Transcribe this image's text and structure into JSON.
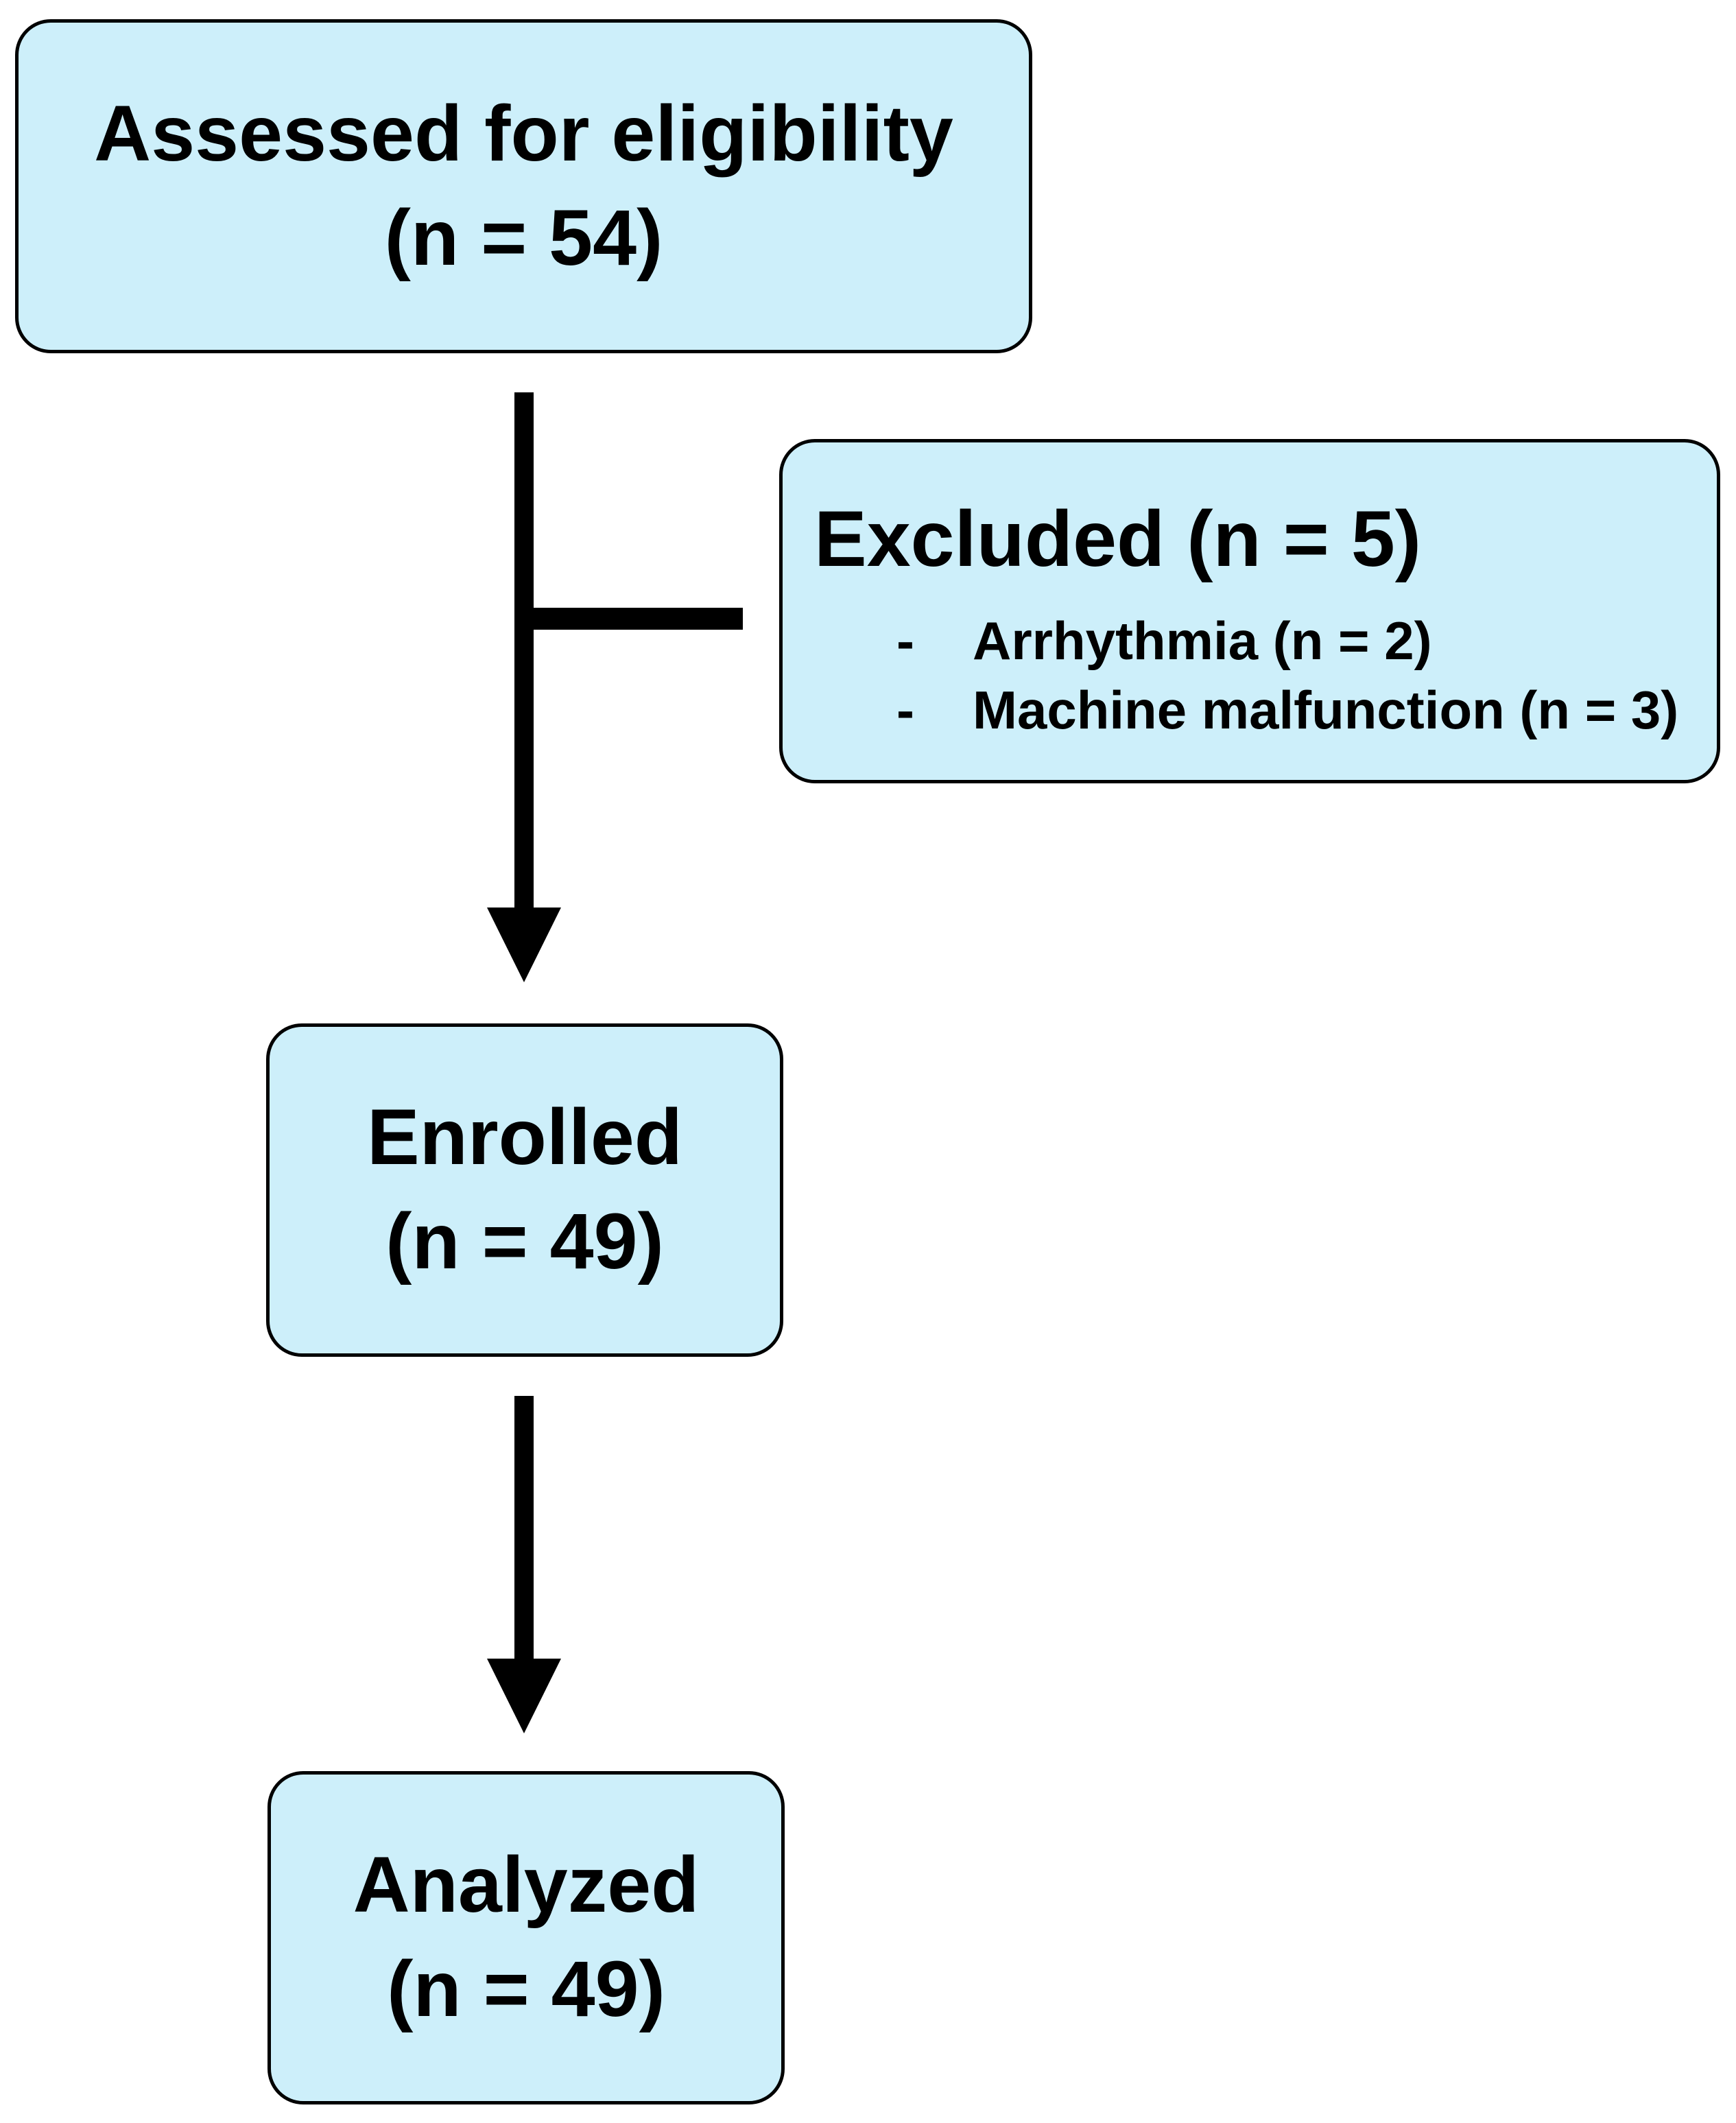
{
  "figure": {
    "background": "#ffffff",
    "box_fill": "#cdeffa",
    "box_border_color": "#000000",
    "arrow_color": "#000000",
    "nodes": {
      "assessed": {
        "line1": "Assessed for eligibility",
        "line2": "(n = 54)"
      },
      "excluded": {
        "title": "Excluded (n = 5)",
        "items": [
          {
            "dash": "-",
            "label": "Arrhythmia (n = 2)"
          },
          {
            "dash": "-",
            "label": "Machine malfunction (n = 3)"
          }
        ]
      },
      "enrolled": {
        "line1": "Enrolled",
        "line2": "(n = 49)"
      },
      "analyzed": {
        "line1": "Analyzed",
        "line2": "(n = 49)"
      }
    }
  }
}
